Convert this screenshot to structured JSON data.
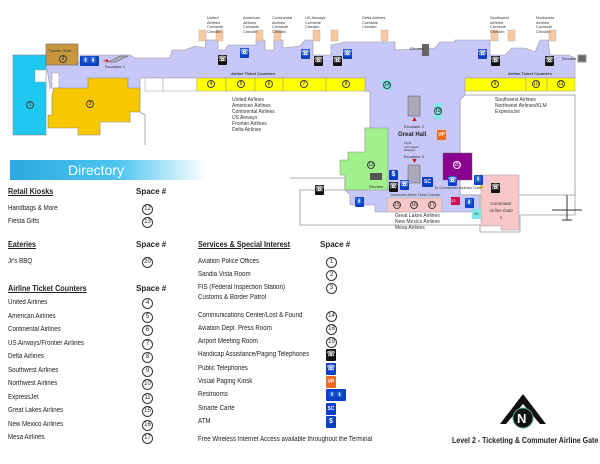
{
  "map": {
    "curbside": [
      {
        "label": "United Airlines Curbside Checkin"
      },
      {
        "label": "American Airlines Curbside Checkin"
      },
      {
        "label": "Continental Airlines Curbside Checkin"
      },
      {
        "label": "US Airways Curbside Checkin"
      },
      {
        "label": "Delta Airlines Curbside Checkin"
      },
      {
        "label": "Southwest Airlines Curbside Checkin"
      },
      {
        "label": "Northwest Airlines Curbside Checkin"
      }
    ],
    "sandia_vista": "Sandia Vista",
    "escalator1": "Escalator 1",
    "escalator2": "Escalator 2",
    "escalator3": "Escalator 3",
    "elevator": "Elevator",
    "airline_ticket_counters": "Airline Ticket Counters",
    "great_hall": "Great Hall",
    "flight_info": "Flight Information Displays",
    "commuter_counter": "Commuter Airline Ticket Counter",
    "to_commuter_gate": "To Commuter Airlines Gate",
    "commuter_gate": "Commuter Airline Gate 1",
    "left_airlines": [
      "United Airlines",
      "American Airlines",
      "Continental Airlines",
      "US Airways",
      "Frontier Airlines",
      "Delta Airlines"
    ],
    "right_airlines": [
      "Southwest Airlines",
      "Northwest Airlines/KLM",
      "ExpressJet"
    ],
    "commuter_airlines": [
      "Great Lakes Airlines",
      "New Mexico Airlines",
      "Mesa Airlines"
    ],
    "spaces": {
      "s1": "1",
      "s2": "2",
      "s3": "3",
      "s4": "4",
      "s5": "5",
      "s6": "6",
      "s7": "7",
      "s8": "8",
      "s9": "9",
      "s10": "10",
      "s11": "11",
      "s12": "12",
      "s13": "13",
      "s14": "14",
      "s15": "15",
      "s16": "16",
      "s17": "17",
      "s18": "18",
      "s19": "19",
      "s20": "20"
    }
  },
  "directory": {
    "title": "Directory",
    "space_label": "Space #",
    "retail": {
      "heading": "Retail Kiosks",
      "items": [
        {
          "name": "Handbags & More",
          "space": "12"
        },
        {
          "name": "Fiesta Gifts",
          "space": "13"
        }
      ]
    },
    "eateries": {
      "heading": "Eateries",
      "items": [
        {
          "name": "Jr's BBQ",
          "space": "20"
        }
      ]
    },
    "airlines": {
      "heading": "Airline Ticket Counters",
      "items": [
        {
          "name": "United Airlines",
          "space": "4"
        },
        {
          "name": "American Airlines",
          "space": "5"
        },
        {
          "name": "Continental Airlines",
          "space": "6"
        },
        {
          "name": "US Airways/Frontier Airlines",
          "space": "7"
        },
        {
          "name": "Delta Airlines",
          "space": "8"
        },
        {
          "name": "Southwest Airlines",
          "space": "9"
        },
        {
          "name": "Northwest Airlines",
          "space": "10"
        },
        {
          "name": "ExpressJet",
          "space": "11"
        },
        {
          "name": "Great Lakes Airlines",
          "space": "15"
        },
        {
          "name": "New Mexico Airlines",
          "space": "16"
        },
        {
          "name": "Mesa Airlines",
          "space": "17"
        }
      ]
    },
    "services": {
      "heading": "Services & Special Interest",
      "items": [
        {
          "name": "Aviation Police Offices",
          "space": "1"
        },
        {
          "name": "Sandia Vista Room",
          "space": "2"
        },
        {
          "name": "FIS (Federal Inspection Station)",
          "name2": "Customs & Border Patrol",
          "space": "3"
        },
        {
          "name": "Communications Center/Lost & Found",
          "space": "14"
        },
        {
          "name": "Aviation Dept. Press Room",
          "space": "18"
        },
        {
          "name": "Airport Meeting Room",
          "space": "19"
        },
        {
          "name": "Handicap Assistance/Paging Telephones",
          "icon": "handicap-phone-icon",
          "glyph": "☏"
        },
        {
          "name": "Public Telephones",
          "icon": "public-phone-icon",
          "glyph": "☏"
        },
        {
          "name": "Visual Paging Kiosk",
          "icon": "visual-paging-icon",
          "glyph": "VP"
        },
        {
          "name": "Restrooms",
          "icon": "restroom-icon",
          "glyph": "🚹 🚺"
        },
        {
          "name": "Smarte Carte",
          "icon": "smarte-carte-icon",
          "glyph": "SC"
        },
        {
          "name": "ATM",
          "icon": "atm-icon",
          "glyph": "$"
        }
      ]
    },
    "wireless_note": "Free Wireless Internet Access available throughout the Terminal"
  },
  "compass_letter": "N",
  "level_title": "Level 2 - Ticketing & Commuter Airline Gate",
  "colors": {
    "concourse": "#c8c8f8",
    "counters": "#ffff00",
    "police": "#1ec8f0",
    "fis": "#f8c800",
    "sandia": "#c8963c",
    "green": "#a0f08c",
    "purple": "#8c0090",
    "pink": "#f8c8c8",
    "curbside": "#f8c8a0"
  }
}
